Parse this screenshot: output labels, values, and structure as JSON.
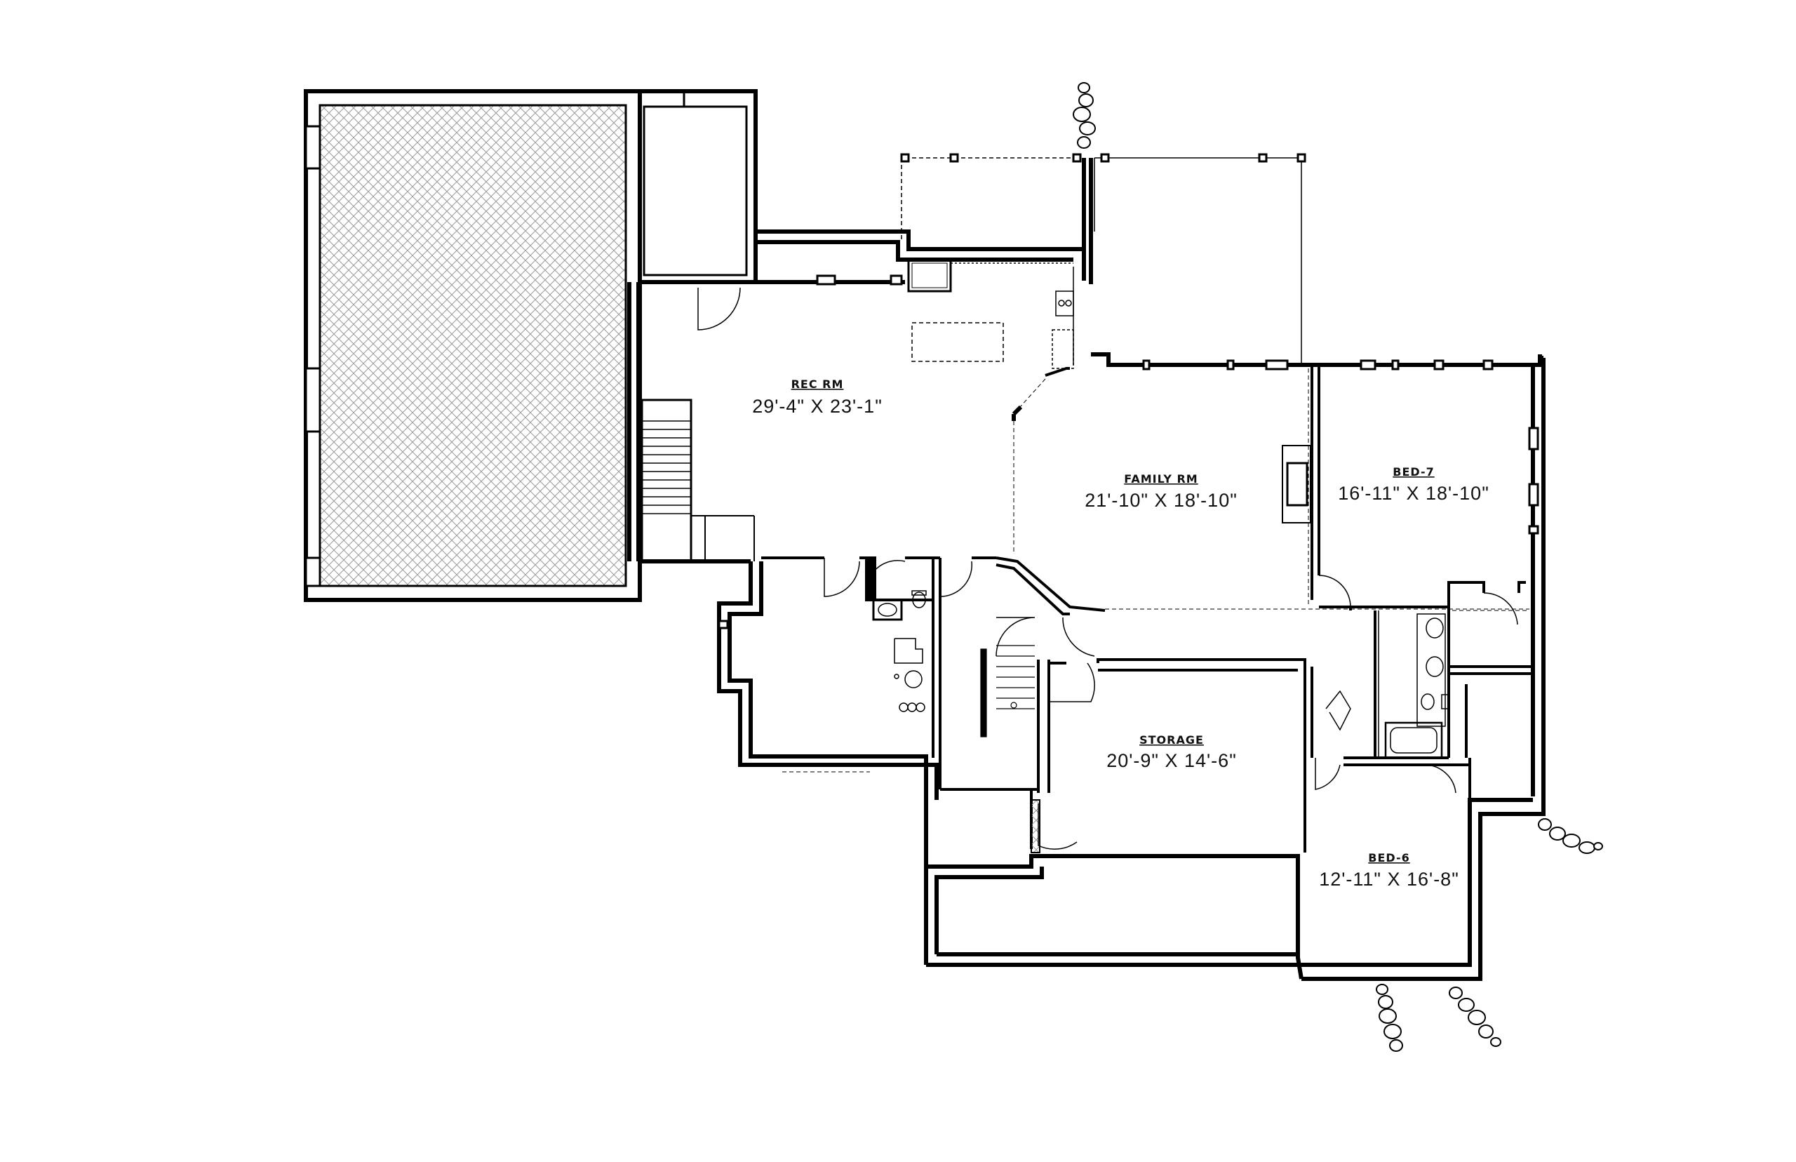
{
  "rooms": [
    {
      "id": "rec",
      "name": "REC RM",
      "dims": "29'-4\" X 23'-1\""
    },
    {
      "id": "family",
      "name": "FAMILY RM",
      "dims": "21'-10\" X 18'-10\""
    },
    {
      "id": "bed7",
      "name": "BED-7",
      "dims": "16'-11\" X 18'-10\""
    },
    {
      "id": "storage",
      "name": "STORAGE",
      "dims": "20'-9\" X 14'-6\""
    },
    {
      "id": "bed6",
      "name": "BED-6",
      "dims": "12'-11\" X 16'-8\""
    }
  ],
  "colors": {
    "line": "#000000",
    "background": "#ffffff",
    "hatch": "#9a9a9a"
  }
}
